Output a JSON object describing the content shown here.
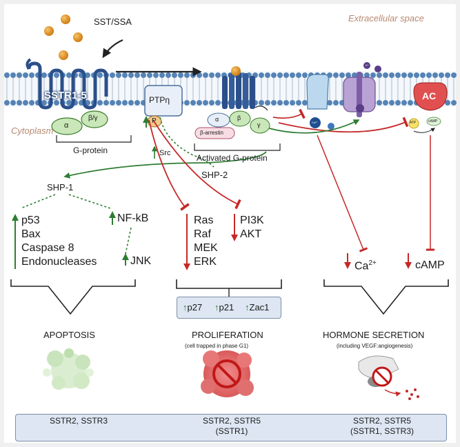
{
  "labels": {
    "ligand": "SST/SSA",
    "extracellular": "Extracellular space",
    "cytoplasm": "Cytoplasm",
    "receptor": "SSTR1-5",
    "alpha": "α",
    "beta_gamma": "β/γ",
    "ptp": "PTPη",
    "p": "P",
    "src": "Src",
    "g_protein": "G-protein",
    "activated_g_protein": "Activated G-protein",
    "alpha2": "α",
    "beta2": "β",
    "gamma2": "γ",
    "beta_arrestin": "β-arrestin",
    "ac": "AC",
    "atp": "ATP",
    "camp_small": "cAMP",
    "ion_k": "K⁺",
    "ion_ca": "Ca²⁺",
    "shp1": "SHP-1",
    "shp2": "SHP-2",
    "p53": "p53",
    "bax": "Bax",
    "caspase8": "Caspase 8",
    "endonucleases": "Endonucleases",
    "nfkb": "NF-kB",
    "jnk": "JNK",
    "ras": "Ras",
    "raf": "Raf",
    "mek": "MEK",
    "erk": "ERK",
    "pi3k": "PI3K",
    "akt": "AKT",
    "ca": "Ca",
    "ca_sup": "2+",
    "camp": "cAMP",
    "p27": "p27",
    "p21": "p21",
    "zac1": "Zac1",
    "apoptosis": "APOPTOSIS",
    "proliferation": "PROLIFERATION",
    "proliferation_sub": "(cell trapped in phase G1)",
    "hormone": "HORMONE SECRETION",
    "hormone_sub": "(including VEGF:angiogenesis)",
    "receptors_apoptosis": "SSTR2, SSTR3",
    "receptors_prolif_1": "SSTR2, SSTR5",
    "receptors_prolif_2": "(SSTR1)",
    "receptors_hormone_1": "SSTR2, SSTR5",
    "receptors_hormone_2": "(SSTR1, SSTR3)"
  },
  "colors": {
    "membrane": "#3a6ea8",
    "activation": "#2e7d32",
    "inhibition": "#c62828",
    "ligand": "#e0901e",
    "box_fill": "#dde6f2"
  }
}
